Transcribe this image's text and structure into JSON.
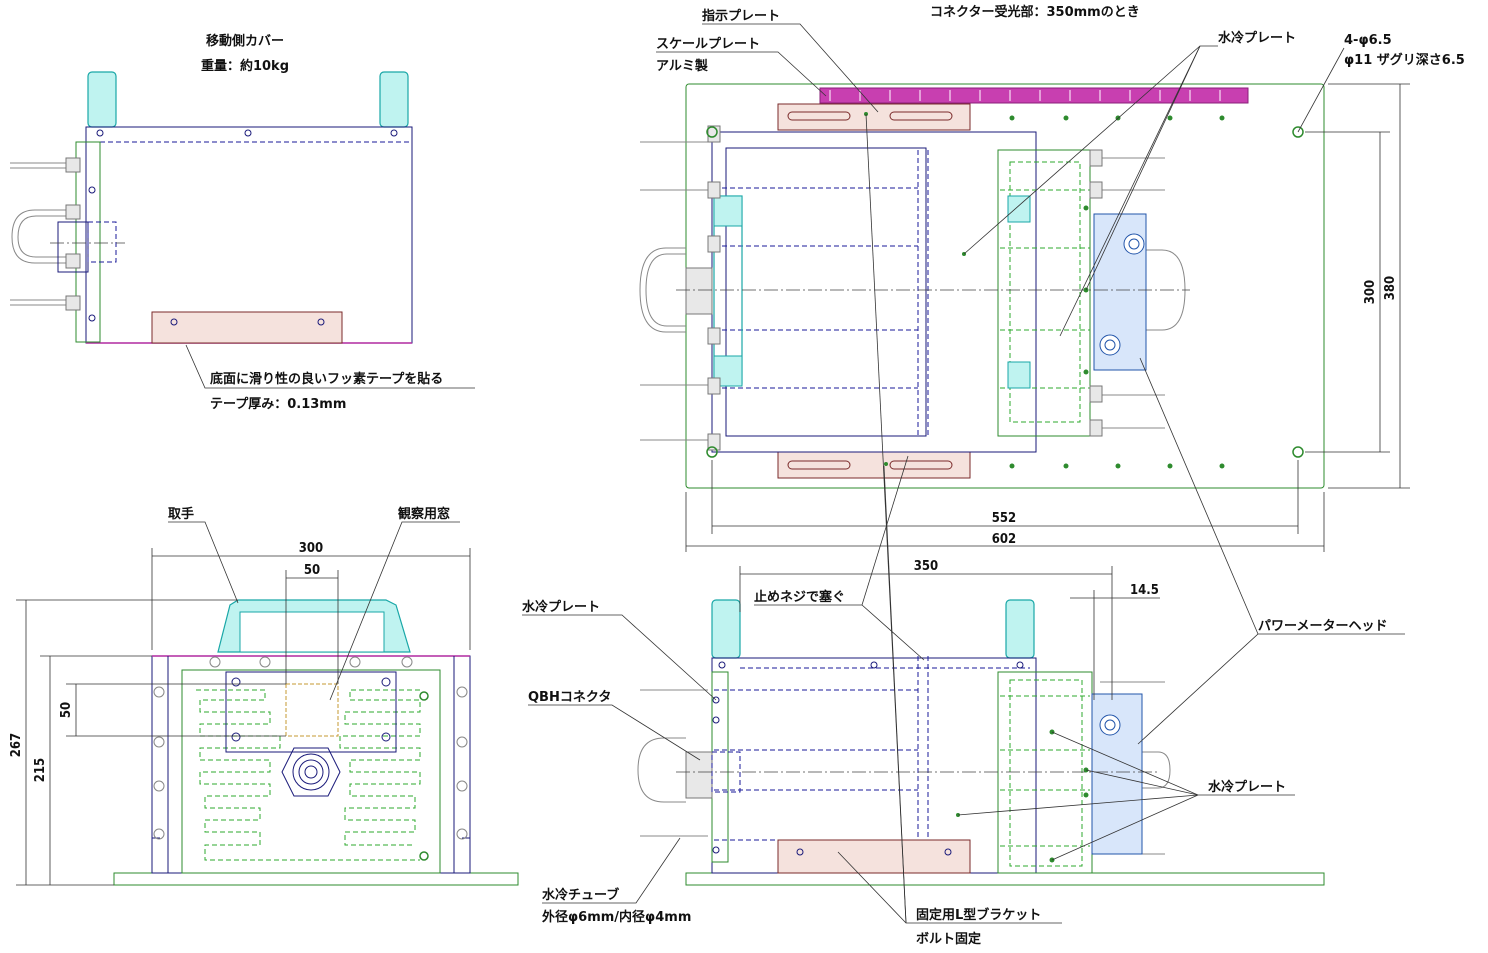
{
  "labels": {
    "moving_cover": "移動側カバー",
    "weight": "重量：約10kg",
    "ptfe_tape": "底面に滑り性の良いフッ素テープを貼る",
    "tape_thickness": "テープ厚み：0.13mm",
    "handle": "取手",
    "window": "観察用窓",
    "indicator_plate": "指示プレート",
    "scale_plate": "スケールプレート",
    "aluminum": "アルミ製",
    "connector_note": "コネクター受光部：350mmのとき",
    "water_plate_top": "水冷プレート",
    "hole_spec1": "4-φ6.5",
    "hole_spec2": "φ11 ザグリ深さ6.5",
    "plug_screw": "止めネジで塞ぐ",
    "water_plate_left": "水冷プレート",
    "qbh_connector": "QBHコネクタ",
    "power_meter_head": "パワーメーターヘッド",
    "water_plate_right": "水冷プレート",
    "water_tube": "水冷チューブ",
    "tube_dims": "外径φ6mm/内径φ4mm",
    "l_bracket": "固定用L型ブラケット",
    "bolt_fix": "ボルト固定"
  },
  "dimensions": {
    "front_width": "300",
    "window_width": "50",
    "window_height": "50",
    "total_height": "267",
    "body_height": "215",
    "side_height": "300",
    "base_height": "380",
    "inner_width": "552",
    "base_width": "602",
    "connector_distance": "350",
    "offset": "14.5"
  },
  "colors": {
    "outline": "#1a1a7a",
    "plate": "#2e8b2e",
    "handle": "#19a7a7",
    "bracket": "#7a2a2a",
    "scale": "#b02aa0",
    "meter": "#2255aa"
  }
}
